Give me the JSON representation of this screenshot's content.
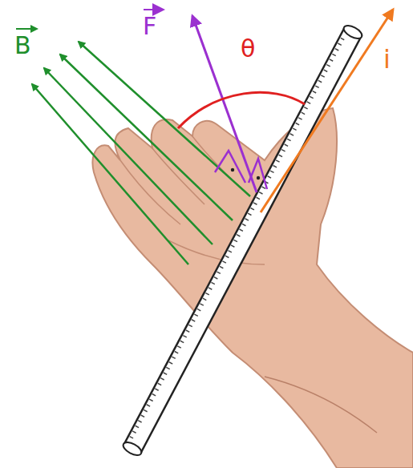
{
  "diagram": {
    "labels": [
      "B",
      "F",
      "θ",
      "i"
    ]
  }
}
